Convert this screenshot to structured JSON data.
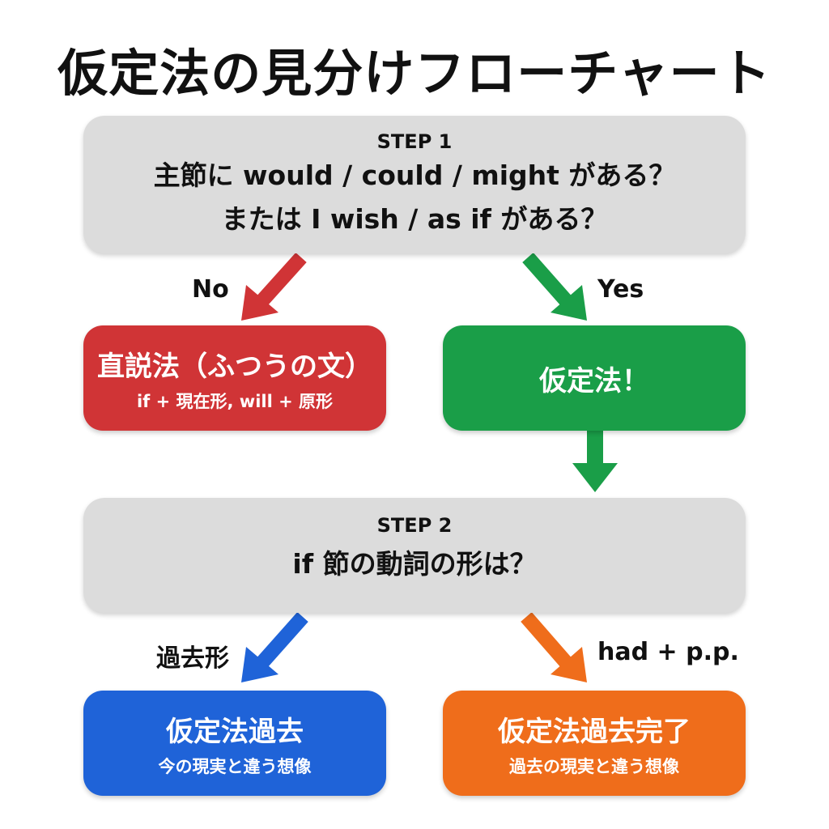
{
  "title": "仮定法の見分けフローチャート",
  "step1": {
    "label": "STEP 1",
    "question_line1": "主節に would / could / might がある？",
    "question_line2": "または I wish / as if がある？"
  },
  "branches1": {
    "no": "No",
    "yes": "Yes"
  },
  "indicative": {
    "title": "直説法（ふつうの文）",
    "subtitle": "if + 現在形, will + 原形"
  },
  "subjunctive": {
    "title": "仮定法！"
  },
  "step2": {
    "label": "STEP 2",
    "question": "if 節の動詞の形は？"
  },
  "branches2": {
    "past": "過去形",
    "had_pp": "had + p.p."
  },
  "past": {
    "title": "仮定法過去",
    "subtitle": "今の現実と違う想像"
  },
  "past_perfect": {
    "title": "仮定法過去完了",
    "subtitle": "過去の現実と違う想像"
  },
  "colors": {
    "red": "#d03436",
    "green": "#1a9e48",
    "blue": "#1f63d8",
    "orange": "#ef6d1b",
    "gray": "#dcdcdc"
  }
}
